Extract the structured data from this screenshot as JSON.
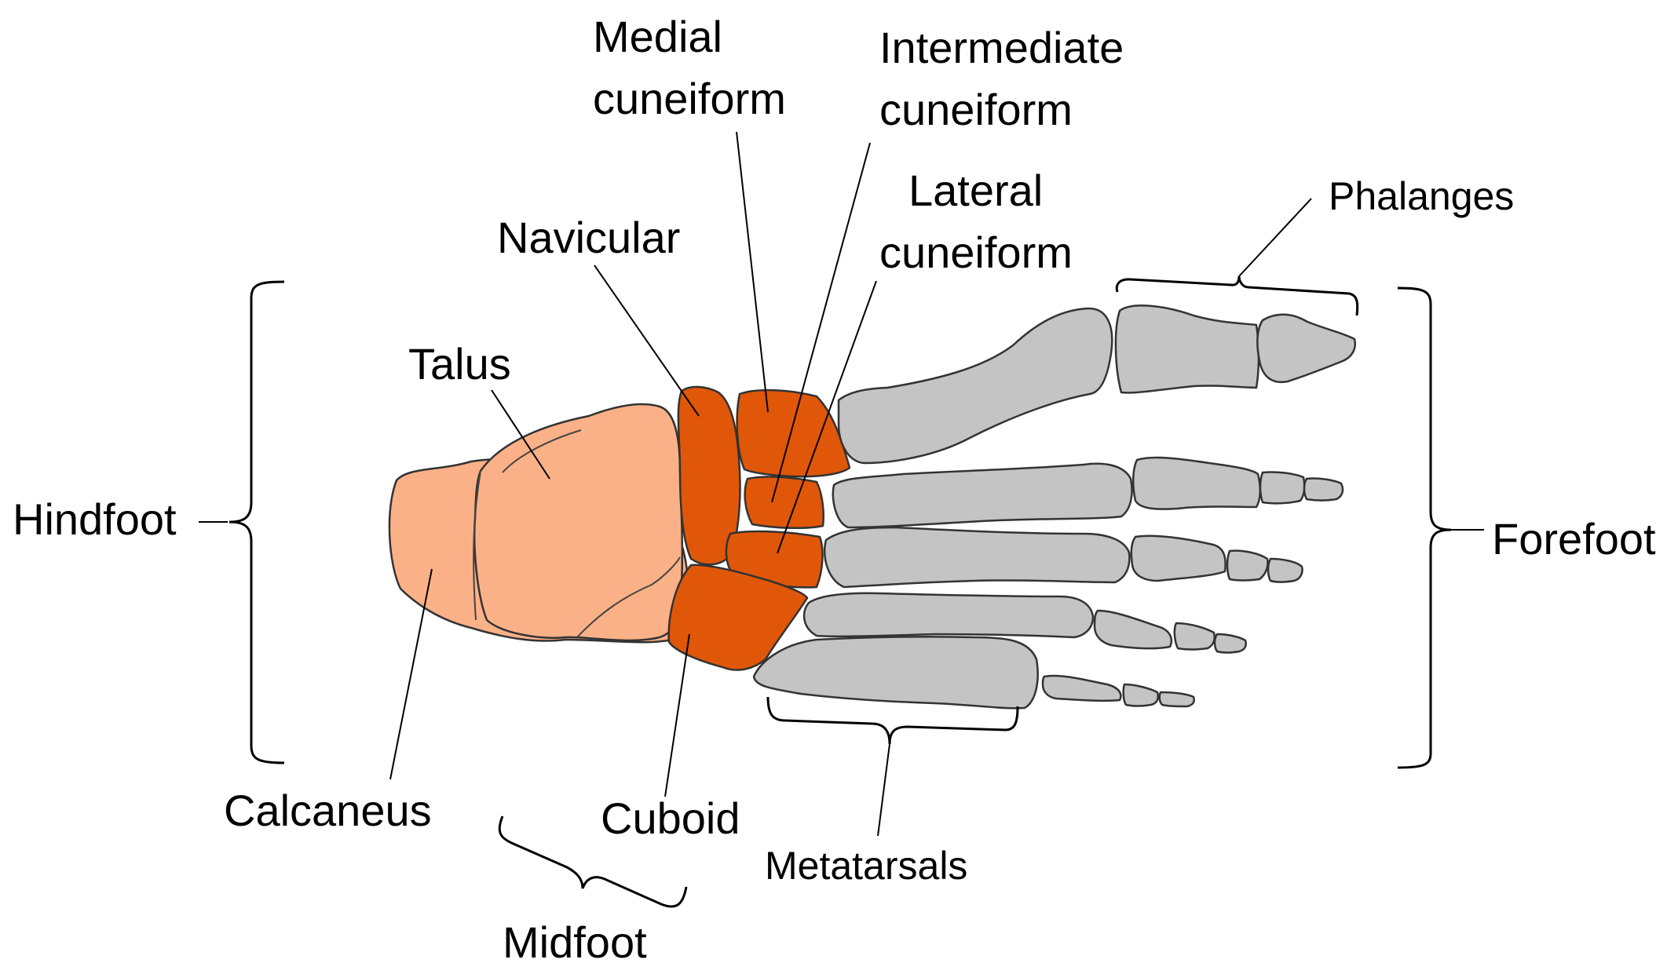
{
  "colors": {
    "hindfoot_bone": "#FBB187",
    "midfoot_bone": "#E05709",
    "forefoot_bone": "#C4C4C4",
    "outline": "#333333",
    "text": "#000000"
  },
  "labels": {
    "medial_cuneiform": [
      "Medial",
      "cuneiform"
    ],
    "intermediate_cuneiform": [
      "Intermediate",
      "cuneiform"
    ],
    "lateral_cuneiform": [
      "Lateral",
      "cuneiform"
    ],
    "navicular": "Navicular",
    "talus": "Talus",
    "phalanges": "Phalanges",
    "hindfoot": "Hindfoot",
    "forefoot": "Forefoot",
    "calcaneus": "Calcaneus",
    "cuboid": "Cuboid",
    "metatarsals": "Metatarsals",
    "midfoot": "Midfoot"
  }
}
